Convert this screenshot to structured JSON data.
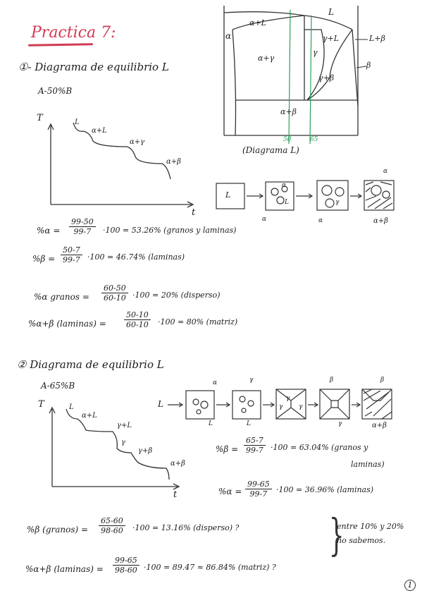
{
  "title": "Practica 7:",
  "page_number": "1",
  "diagram": {
    "labels": {
      "alpha_L": "α+L",
      "L": "L",
      "alpha": "α",
      "alpha_gamma": "α+γ",
      "gamma": "γ",
      "gamma_L": "γ+L",
      "L_beta": "L+β",
      "beta": "β",
      "gamma_beta": "γ+β",
      "alpha_beta": "α+β",
      "mark_50": "50",
      "mark_65": "65"
    },
    "caption": "(Diagrama L)",
    "line_color": "#2aa05a"
  },
  "problem1": {
    "heading": "①- Diagrama de equilibrio L",
    "composition": "A-50%B",
    "curve": {
      "T": "T",
      "t": "t",
      "L": "L",
      "alpha_L": "α+L",
      "alpha_gamma": "α+γ",
      "alpha_beta": "α+β"
    },
    "micro": {
      "L": "L",
      "alpha1": "α",
      "alpha2": "α",
      "L2": "L",
      "gamma": "γ",
      "alpha3": "α",
      "alpha_beta": "α+β",
      "alpha4": "α"
    },
    "eq1": {
      "lhs": "%α =",
      "num": "99-50",
      "den": "99-7",
      "rhs": "·100 = 53.26% (granos y laminas)"
    },
    "eq2": {
      "lhs": "%β =",
      "num": "50-7",
      "den": "99-7",
      "rhs": "·100 = 46.74% (laminas)"
    },
    "eq3": {
      "lhs": "%α granos =",
      "num": "60-50",
      "den": "60-10",
      "rhs": "·100 = 20% (disperso)"
    },
    "eq4": {
      "lhs": "%α+β (laminas) =",
      "num": "50-10",
      "den": "60-10",
      "rhs": "·100 = 80% (matriz)"
    }
  },
  "problem2": {
    "heading": "② Diagrama de equilibrio L",
    "composition": "A-65%B",
    "curve": {
      "T": "T",
      "t": "t",
      "L": "L",
      "alpha_L": "α+L",
      "gamma_L": "γ+L",
      "gamma": "γ",
      "gamma_beta": "γ+β",
      "alpha_beta": "α+β"
    },
    "micro": {
      "L": "L",
      "alpha": "α",
      "L1": "L",
      "gamma": "γ",
      "L2": "L",
      "g1": "γ",
      "g2": "γ",
      "g3": "γ",
      "beta1": "β",
      "gamma2": "γ",
      "beta2": "β",
      "alpha_beta": "α+β"
    },
    "eq1": {
      "lhs": "%β =",
      "num": "65-7",
      "den": "99-7",
      "rhs": "·100 = 63.04% (granos y",
      "rhs2": "laminas)"
    },
    "eq2": {
      "lhs": "%α =",
      "num": "99-65",
      "den": "99-7",
      "rhs": "·100 = 36.96% (laminas)"
    },
    "eq3": {
      "lhs": "%β (granos) =",
      "num": "65-60",
      "den": "98-60",
      "rhs": "·100 = 13.16% (disperso) ?"
    },
    "eq4": {
      "lhs": "%α+β (laminas) =",
      "num": "99-65",
      "den": "98-60",
      "rhs": "·100 = 89.47 ≈ 86.84% (matriz) ?"
    },
    "note1": "entre 10% y 20%",
    "note2": "no sabemos."
  }
}
